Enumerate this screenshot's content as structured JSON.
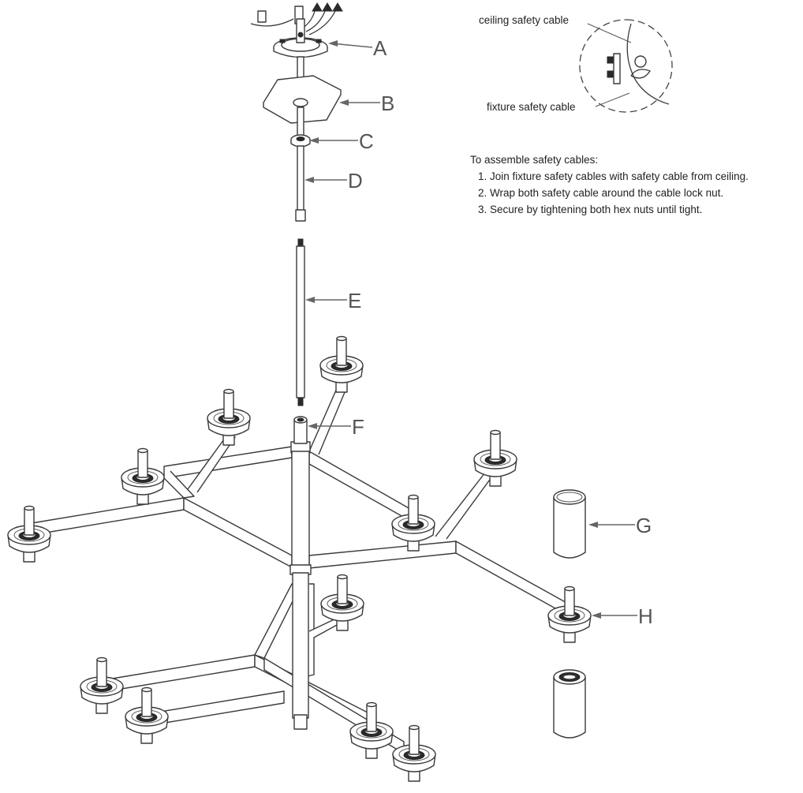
{
  "callouts": {
    "a": "A",
    "b": "B",
    "c": "C",
    "d": "D",
    "e": "E",
    "f": "F",
    "g": "G",
    "h": "H"
  },
  "inset": {
    "ceiling_label": "ceiling safety cable",
    "fixture_label": "fixture safety cable"
  },
  "instructions": {
    "title": "To assemble safety cables:",
    "steps": [
      "1. Join fixture safety cables with safety cable from ceiling.",
      "2. Wrap both safety cable around the cable lock nut.",
      "3. Secure by tightening both hex nuts until tight."
    ]
  }
}
